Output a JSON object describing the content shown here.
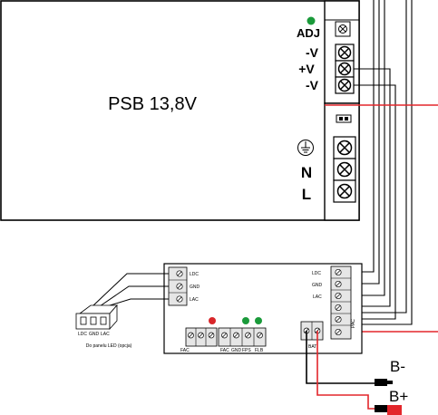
{
  "psu": {
    "title": "PSB 13,8V",
    "adj_label": "ADJ",
    "out_labels": [
      "-V",
      "+V",
      "-V"
    ],
    "mains_labels": [
      "N",
      "L"
    ]
  },
  "module": {
    "left_terminals": [
      "LDC",
      "GND",
      "LAC"
    ],
    "right_terminals": [
      "LDC",
      "GND",
      "LAC"
    ],
    "bottom_labels": [
      "FAC",
      "FAC",
      "GND",
      "FPS",
      "FLB"
    ],
    "bat_label": "BAT",
    "vertical_label": "PAC"
  },
  "led_panel": {
    "pin_labels": [
      "LDC",
      "GND",
      "LAC"
    ],
    "caption": "Do panelu LED (opcja)"
  },
  "battery": {
    "minus_label": "B-",
    "plus_label": "B+"
  },
  "colors": {
    "led_green": "#1a9a3a",
    "led_red": "#d8262a",
    "wire_red": "#e3262b",
    "terminal_fill": "#e6e6e6"
  }
}
